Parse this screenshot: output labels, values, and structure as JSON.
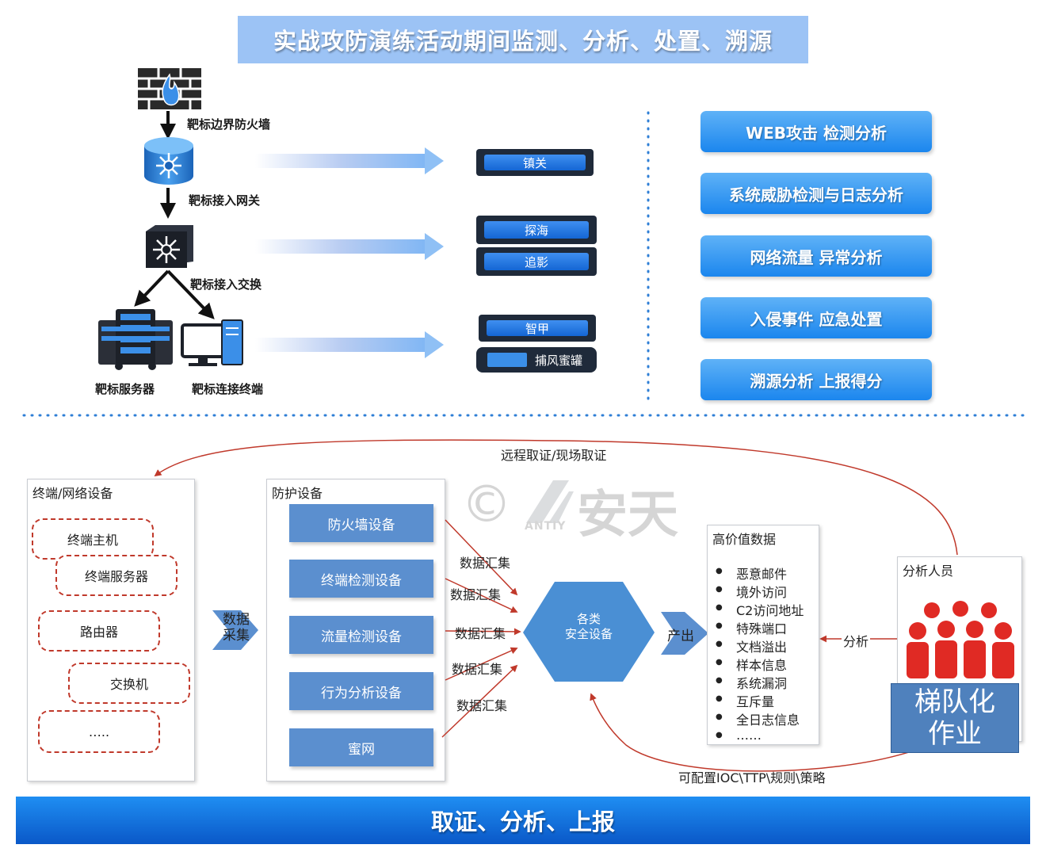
{
  "title": "实战攻防演练活动期间监测、分析、处置、溯源",
  "topology": {
    "firewall_label": "靶标边界防火墙",
    "gateway_label": "靶标接入网关",
    "switch_label": "靶标接入交换",
    "server_label": "靶标服务器",
    "terminal_label": "靶标连接终端"
  },
  "products": {
    "p1": "镇关",
    "p2": "探海",
    "p3": "追影",
    "p4": "智甲",
    "p5": "捕风蜜罐"
  },
  "capabilities": [
    "WEB攻击 检测分析",
    "系统威胁检测与日志分析",
    "网络流量 异常分析",
    "入侵事件 应急处置",
    "溯源分析 上报得分"
  ],
  "flow": {
    "forensics_label": "远程取证/现场取证",
    "endpoint_box_title": "终端/网络设备",
    "endpoint_items": [
      "终端主机",
      "终端服务器",
      "路由器",
      "交换机",
      "….."
    ],
    "data_collect_label": "数据采集",
    "protection_box_title": "防护设备",
    "protection_items": [
      "防火墙设备",
      "终端检测设备",
      "流量检测设备",
      "行为分析设备",
      "蜜网"
    ],
    "collect_label": "数据汇集",
    "center_label_line1": "各类",
    "center_label_line2": "安全设备",
    "output_label": "产出",
    "high_value_title": "高价值数据",
    "high_value_items": [
      "恶意邮件",
      "境外访问",
      "C2访问地址",
      "特殊端口",
      "文档溢出",
      "样本信息",
      "系统漏洞",
      "互斥量",
      "全日志信息",
      "……"
    ],
    "analyze_label": "分析",
    "analyst_title": "分析人员",
    "team_line1": "梯队化",
    "team_line2": "作业",
    "config_label": "可配置IOC\\TTP\\规则\\策略"
  },
  "watermark": {
    "symbol": "©",
    "logo_text": "安天",
    "logo_sub": "ANTIY"
  },
  "footer": "取证、分析、上报",
  "colors": {
    "title_bg": "#9cc3f5",
    "capability_blue": "#1b86ee",
    "protection_blue": "#5b8fcf",
    "center_hex": "#4a8fd4",
    "arrow_red": "#c0392b",
    "footer_blue": "#0a58c8",
    "dots_blue": "#2f7fd6"
  }
}
